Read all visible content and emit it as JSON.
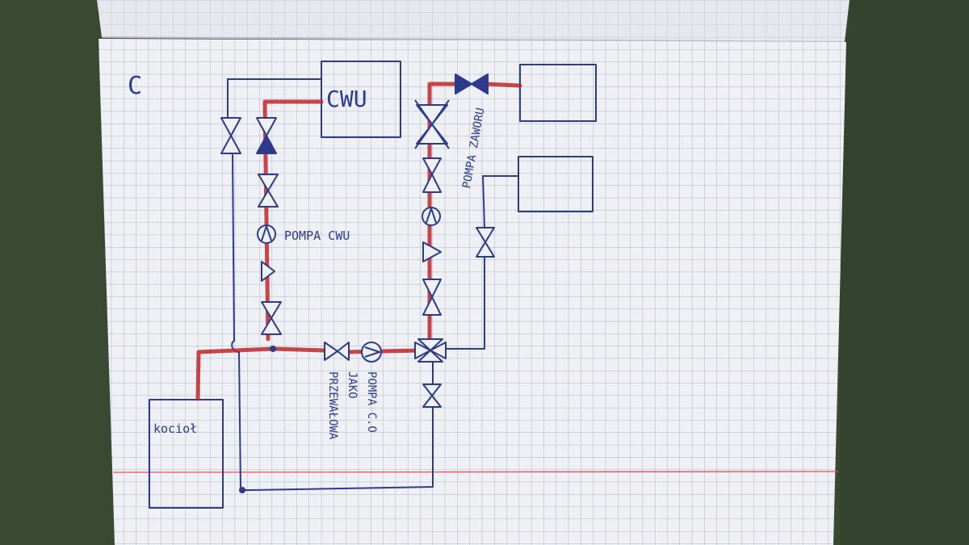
{
  "sheet_letter": "C",
  "blocks": {
    "cwu": "CWU",
    "boiler": "kocioł",
    "radiator_upper": "",
    "radiator_lower": ""
  },
  "labels": {
    "dhw_pump": "POMPA CWU",
    "valve_pump": "POMPA ZAWORU",
    "ch_pump_line1": "POMPA C.O",
    "ch_pump_line2": "JAKO",
    "ch_pump_line3": "PRZEWAŁOWA"
  },
  "colors": {
    "ink": "#2e3a8c",
    "hot_pipe": "#c0262a",
    "grid": "#aab6cc",
    "paper": "#eef0f4",
    "margin_line": "#e05060",
    "background": "#3a4a32"
  }
}
